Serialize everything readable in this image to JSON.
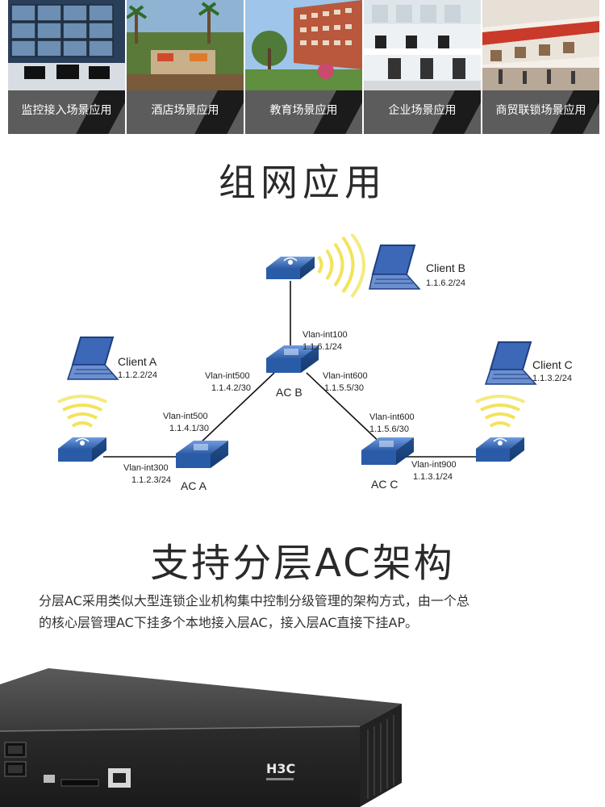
{
  "scenarios": [
    {
      "label": "监控接入场景应用",
      "icon": "monitoring-photo"
    },
    {
      "label": "酒店场景应用",
      "icon": "hotel-photo"
    },
    {
      "label": "教育场景应用",
      "icon": "education-photo"
    },
    {
      "label": "企业场景应用",
      "icon": "office-photo"
    },
    {
      "label": "商贸联锁场景应用",
      "icon": "mall-photo"
    }
  ],
  "network_section": {
    "title": "组网应用",
    "nodes": {
      "client_a": {
        "name": "Client A",
        "ip": "1.1.2.2/24"
      },
      "client_b": {
        "name": "Client B",
        "ip": "1.1.6.2/24"
      },
      "client_c": {
        "name": "Client C",
        "ip": "1.1.3.2/24"
      },
      "ac_a": {
        "name": "AC A"
      },
      "ac_b": {
        "name": "AC B"
      },
      "ac_c": {
        "name": "AC C"
      }
    },
    "interfaces": {
      "b_up": {
        "vlan": "Vlan-int100",
        "ip": "1.1.6.1/24"
      },
      "b_left": {
        "vlan": "Vlan-int500",
        "ip": "1.1.4.2/30"
      },
      "b_right": {
        "vlan": "Vlan-int600",
        "ip": "1.1.5.5/30"
      },
      "a_up": {
        "vlan": "Vlan-int500",
        "ip": "1.1.4.1/30"
      },
      "a_left": {
        "vlan": "Vlan-int300",
        "ip": "1.1.2.3/24"
      },
      "c_up": {
        "vlan": "Vlan-int600",
        "ip": "1.1.5.6/30"
      },
      "c_right": {
        "vlan": "Vlan-int900",
        "ip": "1.1.3.1/24"
      }
    }
  },
  "architecture_section": {
    "title": "支持分层AC架构",
    "description_line1": "分层AC采用类似大型连锁企业机构集中控制分级管理的架构方式，由一个总",
    "description_line2": "的核心层管理AC下挂多个本地接入层AC，接入层AC直接下挂AP。"
  },
  "device": {
    "brand": "H3C"
  },
  "colors": {
    "bar_gray": "#5c5c5c",
    "bar_dark": "#1b1b1b",
    "device_blue": "#2f5fa8",
    "wifi_yellow": "#f2e35a"
  }
}
